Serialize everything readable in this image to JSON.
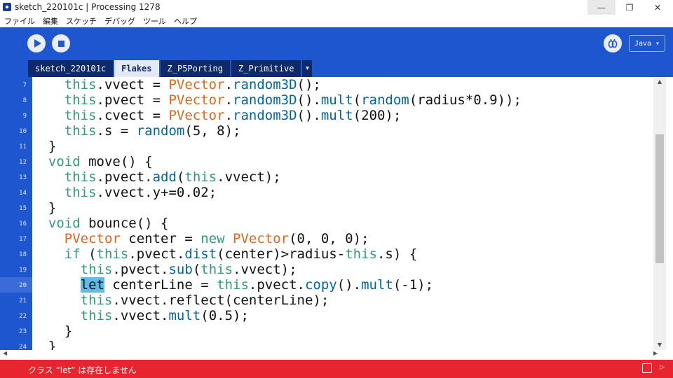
{
  "window": {
    "title": "sketch_220101c | Processing 1278",
    "minimize": "—",
    "maximize": "❐",
    "close": "✕"
  },
  "menu": [
    "ファイル",
    "編集",
    "スケッチ",
    "デバッグ",
    "ツール",
    "ヘルプ"
  ],
  "toolbar": {
    "mode": "Java ▾"
  },
  "tabs": [
    {
      "label": "sketch_220101c",
      "active": false
    },
    {
      "label": "Flakes",
      "active": true
    },
    {
      "label": "Z_P5Porting",
      "active": false
    },
    {
      "label": "Z_Primitive",
      "active": false
    }
  ],
  "tab_menu": "▾",
  "editor": {
    "line_numbers": [
      "7",
      "8",
      "9",
      "10",
      "11",
      "12",
      "13",
      "14",
      "15",
      "16",
      "17",
      "18",
      "19",
      "20",
      "21",
      "22",
      "23",
      "24"
    ],
    "active_line": "20",
    "lines": [
      {
        "indent": "    ",
        "tokens": [
          [
            "this",
            "kw"
          ],
          [
            ".vvect = ",
            ""
          ],
          [
            "PVector",
            "ty"
          ],
          [
            ".",
            ""
          ],
          [
            "random3D",
            "fn"
          ],
          [
            "();",
            ""
          ]
        ]
      },
      {
        "indent": "    ",
        "tokens": [
          [
            "this",
            "kw"
          ],
          [
            ".pvect = ",
            ""
          ],
          [
            "PVector",
            "ty"
          ],
          [
            ".",
            ""
          ],
          [
            "random3D",
            "fn"
          ],
          [
            "().",
            ""
          ],
          [
            "mult",
            "fn"
          ],
          [
            "(",
            ""
          ],
          [
            "random",
            "fn"
          ],
          [
            "(radius*0.9));",
            ""
          ]
        ]
      },
      {
        "indent": "    ",
        "tokens": [
          [
            "this",
            "kw"
          ],
          [
            ".cvect = ",
            ""
          ],
          [
            "PVector",
            "ty"
          ],
          [
            ".",
            ""
          ],
          [
            "random3D",
            "fn"
          ],
          [
            "().",
            ""
          ],
          [
            "mult",
            "fn"
          ],
          [
            "(200);",
            ""
          ]
        ]
      },
      {
        "indent": "    ",
        "tokens": [
          [
            "this",
            "kw"
          ],
          [
            ".s = ",
            ""
          ],
          [
            "random",
            "fn"
          ],
          [
            "(5, 8);",
            ""
          ]
        ]
      },
      {
        "indent": "  ",
        "tokens": [
          [
            "}",
            ""
          ]
        ]
      },
      {
        "indent": "  ",
        "tokens": [
          [
            "void",
            "kw"
          ],
          [
            " move() {",
            ""
          ]
        ]
      },
      {
        "indent": "    ",
        "tokens": [
          [
            "this",
            "kw"
          ],
          [
            ".pvect.",
            ""
          ],
          [
            "add",
            "fn"
          ],
          [
            "(",
            ""
          ],
          [
            "this",
            "kw"
          ],
          [
            ".vvect);",
            ""
          ]
        ]
      },
      {
        "indent": "    ",
        "tokens": [
          [
            "this",
            "kw"
          ],
          [
            ".vvect.y+=0.02;",
            ""
          ]
        ]
      },
      {
        "indent": "  ",
        "tokens": [
          [
            "}",
            ""
          ]
        ]
      },
      {
        "indent": "  ",
        "tokens": [
          [
            "void",
            "kw"
          ],
          [
            " bounce() {",
            ""
          ]
        ]
      },
      {
        "indent": "    ",
        "tokens": [
          [
            "PVector",
            "ty"
          ],
          [
            " center = ",
            ""
          ],
          [
            "new",
            "kw"
          ],
          [
            " ",
            ""
          ],
          [
            "PVector",
            "ty"
          ],
          [
            "(0, 0, 0);",
            ""
          ]
        ]
      },
      {
        "indent": "    ",
        "tokens": [
          [
            "if",
            "kw"
          ],
          [
            " (",
            ""
          ],
          [
            "this",
            "kw"
          ],
          [
            ".pvect.",
            ""
          ],
          [
            "dist",
            "fn"
          ],
          [
            "(center)>radius-",
            ""
          ],
          [
            "this",
            "kw"
          ],
          [
            ".s) {",
            ""
          ]
        ]
      },
      {
        "indent": "      ",
        "tokens": [
          [
            "this",
            "kw"
          ],
          [
            ".pvect.",
            ""
          ],
          [
            "sub",
            "fn"
          ],
          [
            "(",
            ""
          ],
          [
            "this",
            "kw"
          ],
          [
            ".vvect);",
            ""
          ]
        ]
      },
      {
        "indent": "      ",
        "tokens": [
          [
            "let",
            "err"
          ],
          [
            " centerLine = ",
            ""
          ],
          [
            "this",
            "kw"
          ],
          [
            ".pvect.",
            ""
          ],
          [
            "copy",
            "fn"
          ],
          [
            "().",
            ""
          ],
          [
            "mult",
            "fn"
          ],
          [
            "(-1);",
            ""
          ]
        ]
      },
      {
        "indent": "      ",
        "tokens": [
          [
            "this",
            "kw"
          ],
          [
            ".vvect.reflect(centerLine);",
            ""
          ]
        ]
      },
      {
        "indent": "      ",
        "tokens": [
          [
            "this",
            "kw"
          ],
          [
            ".vvect.",
            ""
          ],
          [
            "mult",
            "fn"
          ],
          [
            "(0.5);",
            ""
          ]
        ]
      },
      {
        "indent": "    ",
        "tokens": [
          [
            "}",
            ""
          ]
        ]
      },
      {
        "indent": "  ",
        "tokens": [
          [
            "}",
            ""
          ]
        ]
      }
    ]
  },
  "status": {
    "message": "クラス “let” は存在しません",
    "arrow": "▷"
  },
  "colors": {
    "toolbar_bg": "#1d56cf",
    "tab_bg": "#0f2a6b",
    "status_error": "#e8252f",
    "keyword": "#33997e",
    "type": "#e2661a",
    "function": "#006699"
  }
}
